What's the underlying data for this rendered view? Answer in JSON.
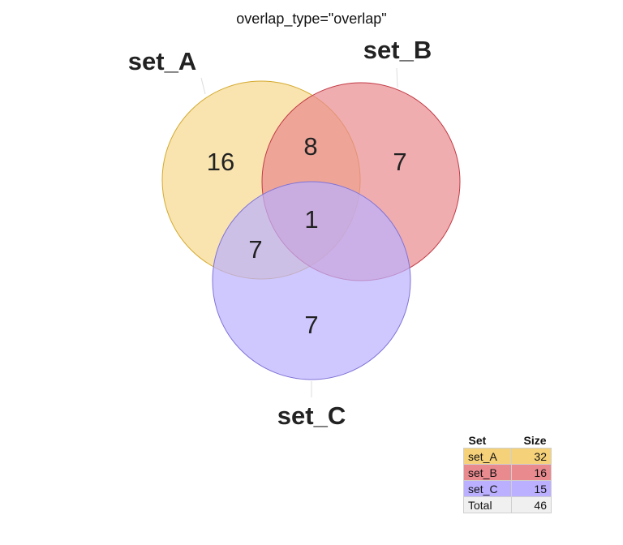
{
  "title": "overlap_type=\"overlap\"",
  "sets": [
    {
      "name": "set_A",
      "size": 32,
      "color": "#F5D27A"
    },
    {
      "name": "set_B",
      "size": 16,
      "color": "#E98A8F"
    },
    {
      "name": "set_C",
      "size": 15,
      "color": "#BBB0FF"
    }
  ],
  "regions": {
    "A_only": "16",
    "B_only": "7",
    "C_only": "7",
    "AB": "8",
    "AC": "7",
    "BC": "",
    "ABC": "1"
  },
  "table": {
    "headers": {
      "set": "Set",
      "size": "Size"
    },
    "rows": [
      {
        "name": "set_A",
        "value": "32",
        "color": "#F5D27A"
      },
      {
        "name": "set_B",
        "value": "16",
        "color": "#E98A8F"
      },
      {
        "name": "set_C",
        "value": "15",
        "color": "#BBB0FF"
      },
      {
        "name": "Total",
        "value": "46",
        "color": "#F0F0F0"
      }
    ]
  }
}
